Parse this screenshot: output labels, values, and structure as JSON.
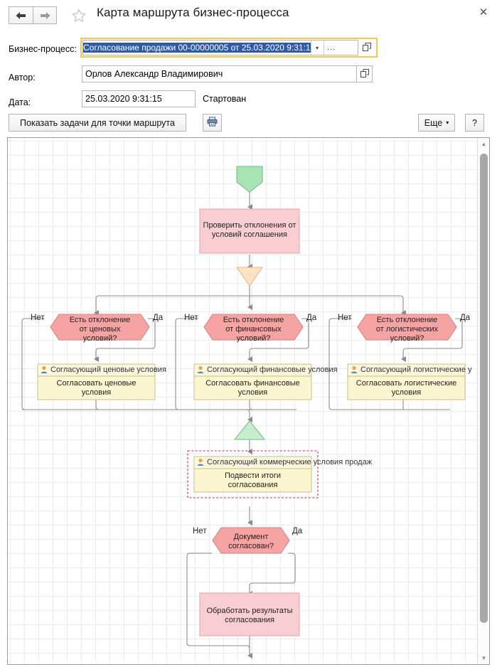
{
  "window": {
    "title": "Карта маршрута бизнес-процесса",
    "back_icon": "arrow-left-icon",
    "forward_icon": "arrow-right-icon",
    "favorite_icon": "star-icon",
    "close_icon": "✕"
  },
  "form": {
    "process_label": "Бизнес-процесс:",
    "process_value": "Согласование продажи 00-00000005 от 25.03.2020 9:31:1",
    "process_dropdown_icon": "▾",
    "process_select_label": "...",
    "process_open_icon": "open-external-icon",
    "author_label": "Автор:",
    "author_value": "Орлов Александр Владимирович",
    "author_open_icon": "open-external-icon",
    "date_label": "Дата:",
    "date_value": "25.03.2020  9:31:15",
    "status_value": "Стартован"
  },
  "toolbar": {
    "show_tasks_label": "Показать задачи для точки маршрута",
    "print_icon": "printer-icon",
    "more_label": "Еще",
    "more_caret": "▾",
    "help_label": "?"
  },
  "scrollbar": {
    "up_icon": "▲",
    "down_icon": "▼"
  },
  "colors": {
    "start_fill": "#a9e2b4",
    "start_stroke": "#6fbf85",
    "action_fill": "#f9ced2",
    "action_stroke": "#e2a9ad",
    "condition_fill": "#f5a3a3",
    "condition_stroke": "#dd8080",
    "split_fill": "#fde2c4",
    "split_stroke": "#e8b887",
    "merge_fill": "#c8ecce",
    "merge_stroke": "#7ec28d",
    "task_fill": "#fbf5d0",
    "task_stroke": "#c9c08a",
    "task_head_fill": "#fcf8e0",
    "selection_stroke": "#d32f2f",
    "line_stroke": "#8a8a8a"
  },
  "diagram": {
    "nodes": [
      {
        "id": "start",
        "type": "start",
        "label": ""
      },
      {
        "id": "check",
        "type": "action",
        "label": "Проверить отклонения от условий соглашения",
        "lines": [
          "Проверить отклонения от",
          "условий соглашения"
        ]
      },
      {
        "id": "split",
        "type": "split",
        "label": ""
      },
      {
        "id": "cond-price",
        "type": "condition",
        "label": "Есть отклонение от ценовых условий?",
        "lines": [
          "Есть отклонение",
          "от ценовых",
          "условий?"
        ]
      },
      {
        "id": "cond-fin",
        "type": "condition",
        "label": "Есть отклонение от финансовых условий?",
        "lines": [
          "Есть отклонение",
          "от финансовых",
          "условий?"
        ]
      },
      {
        "id": "cond-log",
        "type": "condition",
        "label": "Есть отклонение от логистических условий?",
        "lines": [
          "Есть отклонение",
          "от логистических",
          "условий?"
        ]
      },
      {
        "id": "task-price",
        "type": "task",
        "header": "Согласующий ценовые условия",
        "lines": [
          "Согласовать ценовые",
          "условия"
        ]
      },
      {
        "id": "task-fin",
        "type": "task",
        "header": "Согласующий финансовые условия",
        "lines": [
          "Согласовать финансовые",
          "условия"
        ]
      },
      {
        "id": "task-log",
        "type": "task",
        "header": "Согласующий логистические у",
        "lines": [
          "Согласовать логистические",
          "условия"
        ]
      },
      {
        "id": "merge",
        "type": "merge",
        "label": ""
      },
      {
        "id": "task-sum",
        "type": "task",
        "header": "Согласующий коммерческие условия продаж",
        "lines": [
          "Подвести итоги",
          "согласования"
        ],
        "selected": true
      },
      {
        "id": "cond-doc",
        "type": "condition",
        "label": "Документ согласован?",
        "lines": [
          "Документ",
          "согласован?"
        ]
      },
      {
        "id": "act-result",
        "type": "action",
        "label": "Обработать результаты согласования",
        "lines": [
          "Обработать результаты",
          "согласования"
        ]
      }
    ],
    "edge_labels": {
      "no": "Нет",
      "yes": "Да"
    },
    "person_icon": "person-icon"
  }
}
